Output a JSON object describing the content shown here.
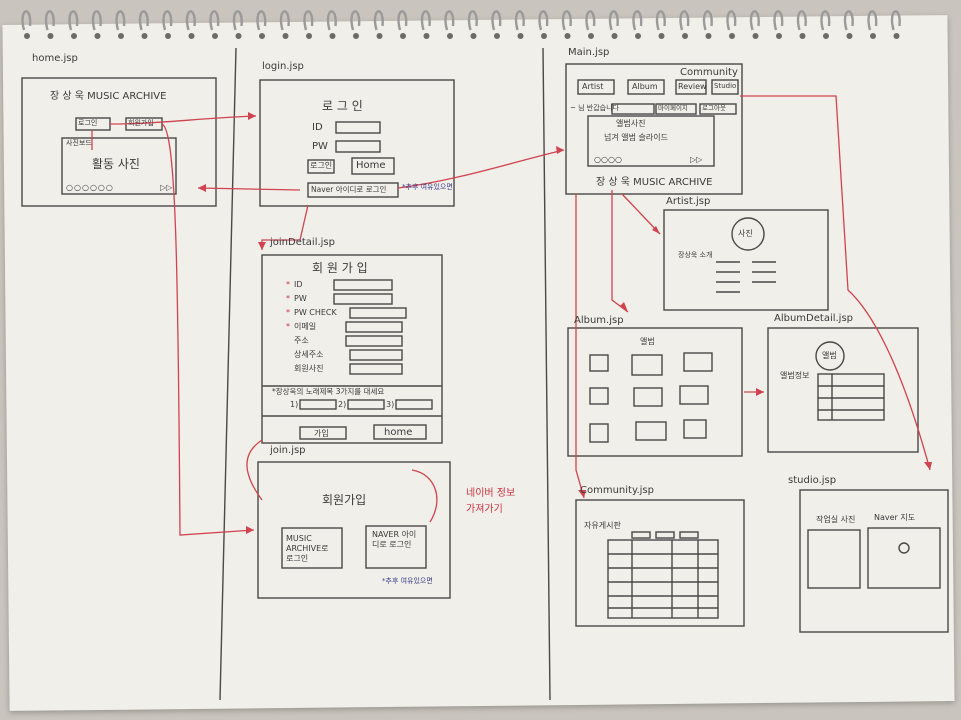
{
  "home": {
    "file": "home.jsp",
    "title": "장 상 욱 MUSIC ARCHIVE",
    "login_btn": "로그인",
    "join_btn": "회원가입",
    "slide_label": "사진보드",
    "photo_label": "활동 사진"
  },
  "login": {
    "file": "login.jsp",
    "title": "로 그 인",
    "id_label": "ID",
    "pw_label": "PW",
    "login_btn": "로그인",
    "home_btn": "Home",
    "naver_btn": "Naver 아이디로 로그인",
    "note": "*추후 여유있으면"
  },
  "join_detail": {
    "file": "joinDetail.jsp",
    "title": "회 원 가 입",
    "fields": [
      "ID",
      "PW",
      "PW CHECK",
      "이메일",
      "주소",
      "상세주소",
      "회원사진"
    ],
    "required_marks": [
      "*",
      "*",
      "*",
      "*",
      "",
      "",
      ""
    ],
    "question": "*장상욱의 노래제목 3가지를 대세요",
    "answer_labels": [
      "1)",
      "2)",
      "3)"
    ],
    "join_btn": "가입",
    "home_btn": "home"
  },
  "join": {
    "file": "join.jsp",
    "title": "회원가입",
    "music_btn": "MUSIC ARCHIVE로 로그인",
    "naver_btn": "NAVER 아이디로 로그인",
    "note": "*추후 여유있으면",
    "naver_note": "네이버 정보 가져가기"
  },
  "main": {
    "file": "Main.jsp",
    "community_label": "Community",
    "tabs": [
      "Artist",
      "Album",
      "Review",
      "Studio"
    ],
    "greeting": "~ 님 반갑습니다",
    "sub_buttons": [
      "마이페이지",
      "로그아웃"
    ],
    "slide_text": [
      "앨범사진",
      "넘겨 앨범 슬라이드"
    ],
    "footer": "장 상 욱 MUSIC ARCHIVE"
  },
  "artist": {
    "file": "Artist.jsp",
    "photo": "사진",
    "profile": "장상욱 소개"
  },
  "album": {
    "file": "Album.jsp",
    "label": "앨범"
  },
  "album_detail": {
    "file": "AlbumDetail.jsp",
    "cover": "앨범",
    "info": "앨범정보"
  },
  "community": {
    "file": "Community.jsp",
    "board": "자유게시판"
  },
  "studio": {
    "file": "studio.jsp",
    "photo": "작업실 사진",
    "map": "Naver 지도"
  },
  "colors": {
    "ink": "#444444",
    "red_pen": "#d0434f",
    "blue_pen": "#3a3d8a",
    "paper": "#f1efe9"
  }
}
